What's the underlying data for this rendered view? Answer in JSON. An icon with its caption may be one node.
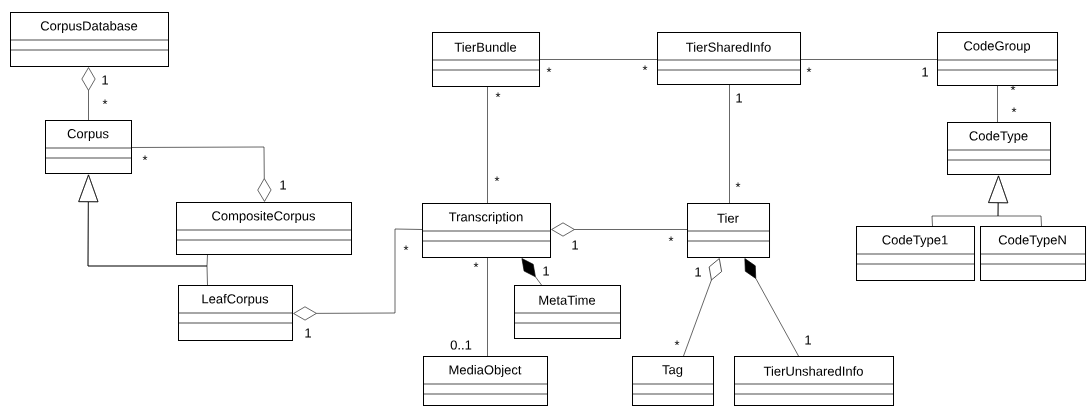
{
  "diagram": {
    "nodes": [
      {
        "text": [
          "CorpusDatabase"
        ]
      },
      {
        "text": [
          "Corpus"
        ]
      },
      {
        "text": [
          "CompositeCorpus"
        ]
      },
      {
        "text": [
          "LeafCorpus"
        ]
      },
      {
        "text": [
          "TierBundle"
        ]
      },
      {
        "text": [
          "TierSharedInfo"
        ]
      },
      {
        "text": [
          "CodeGroup"
        ]
      },
      {
        "text": [
          "CodeType"
        ]
      },
      {
        "text": [
          "Transcription"
        ]
      },
      {
        "text": [
          "Tier"
        ]
      },
      {
        "text": [
          "CodeType1"
        ]
      },
      {
        "text": [
          "CodeTypeN"
        ]
      },
      {
        "text": [
          "MetaTime"
        ]
      },
      {
        "text": [
          "MediaObject"
        ]
      },
      {
        "text": [
          "Tag"
        ]
      },
      {
        "text": [
          "TierUnsharedInfo"
        ]
      }
    ],
    "edges": [
      {
        "from": 1,
        "to": 0,
        "arrow": "other"
      },
      {
        "from": 1,
        "to": 2,
        "arrow": "other"
      },
      {
        "from": 2,
        "to": 1,
        "arrow": "to"
      },
      {
        "from": 3,
        "to": 1,
        "arrow": "to"
      },
      {
        "from": 8,
        "to": 3,
        "arrow": "other"
      },
      {
        "from": 4,
        "to": 5,
        "arrow": "none"
      },
      {
        "from": 5,
        "to": 6,
        "arrow": "none"
      },
      {
        "from": 6,
        "to": 7,
        "arrow": "none"
      },
      {
        "from": 10,
        "to": 7,
        "arrow": "to"
      },
      {
        "from": 11,
        "to": 7,
        "arrow": "to"
      },
      {
        "from": 4,
        "to": 8,
        "arrow": "none"
      },
      {
        "from": 5,
        "to": 9,
        "arrow": "none"
      },
      {
        "from": 9,
        "to": 8,
        "arrow": "other"
      },
      {
        "from": 8,
        "to": 13,
        "arrow": "none"
      },
      {
        "from": 12,
        "to": 8,
        "arrow": "other"
      },
      {
        "from": 14,
        "to": 9,
        "arrow": "other"
      },
      {
        "from": 15,
        "to": 9,
        "arrow": "other"
      }
    ],
    "labels": [
      "1",
      "*",
      "*",
      "*",
      "1",
      "*",
      "*",
      "*",
      "1",
      "*",
      "*",
      "*",
      "1",
      "*",
      "*",
      "1",
      "*",
      "*",
      "1",
      "1",
      "1",
      "1",
      "*",
      "0..1"
    ]
  }
}
